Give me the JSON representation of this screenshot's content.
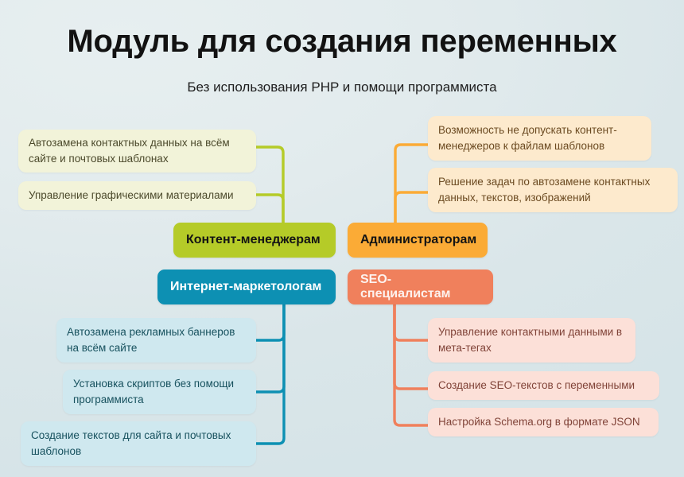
{
  "header": {
    "title": "Модуль для создания переменных",
    "subtitle": "Без использования PHP и помощи программиста"
  },
  "colors": {
    "background": "#dfe9eb",
    "green": "#b5cb28",
    "orange": "#fbab36",
    "teal": "#0d90b3",
    "salmon": "#f0805c",
    "card_green": "#f2f3d9",
    "card_orange": "#fdeacd",
    "card_teal": "#cfe8ef",
    "card_salmon": "#fce0d8"
  },
  "groups": {
    "content_managers": {
      "label": "Контент-менеджерам",
      "items": [
        "Автозамена контактных данных на всём сайте и почтовых шаблонах",
        "Управление графическими материалами"
      ]
    },
    "administrators": {
      "label": "Администраторам",
      "items": [
        "Возможность не допускать контент-менеджеров к файлам шаблонов",
        "Решение задач по автозамене контактных данных, текстов, изображений"
      ]
    },
    "internet_marketers": {
      "label": "Интернет-маркетологам",
      "items": [
        "Автозамена рекламных баннеров на всём сайте",
        "Установка скриптов без помощи программиста",
        "Создание текстов для сайта и почтовых шаблонов"
      ]
    },
    "seo_specialists": {
      "label": "SEO-специалистам",
      "items": [
        "Управление контактными данными в мета-тегах",
        "Создание SEO-текстов с переменными",
        "Настройка Schema.org в формате JSON"
      ]
    }
  }
}
